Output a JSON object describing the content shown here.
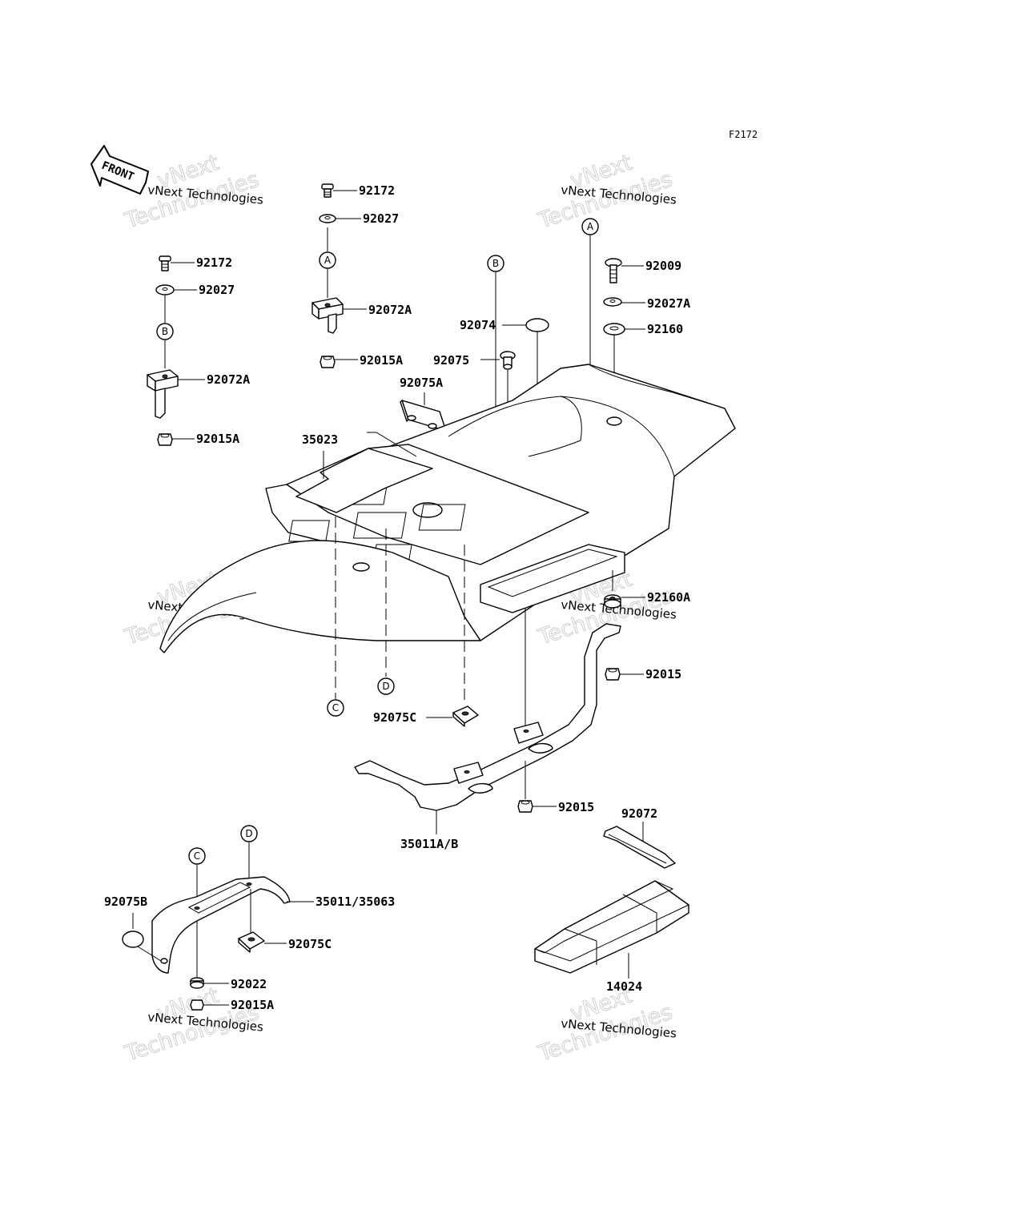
{
  "figure_code": "F2172",
  "front_label": "FRONT",
  "watermark": {
    "line1": "vNext",
    "line2": "Technologies",
    "small": "vNext Technologies"
  },
  "refs": {
    "a": "A",
    "b": "B",
    "c": "C",
    "d": "D"
  },
  "parts": {
    "p92172_top": "92172",
    "p92027_top": "92027",
    "p92072A_top": "92072A",
    "p92015A_top": "92015A",
    "p92172_left": "92172",
    "p92027_left": "92027",
    "p92072A_left": "92072A",
    "p92015A_left": "92015A",
    "p35023": "35023",
    "p92075A": "92075A",
    "p92074": "92074",
    "p92075": "92075",
    "p92009": "92009",
    "p92027A": "92027A",
    "p92160": "92160",
    "p92160A": "92160A",
    "p92015_right": "92015",
    "p92075C_mid": "92075C",
    "p92015_mid": "92015",
    "p35011AB": "35011A/B",
    "p92072": "92072",
    "p92075B": "92075B",
    "p35011_35063": "35011/35063",
    "p92075C_low": "92075C",
    "p92022": "92022",
    "p92015A_low": "92015A",
    "p14024": "14024"
  }
}
